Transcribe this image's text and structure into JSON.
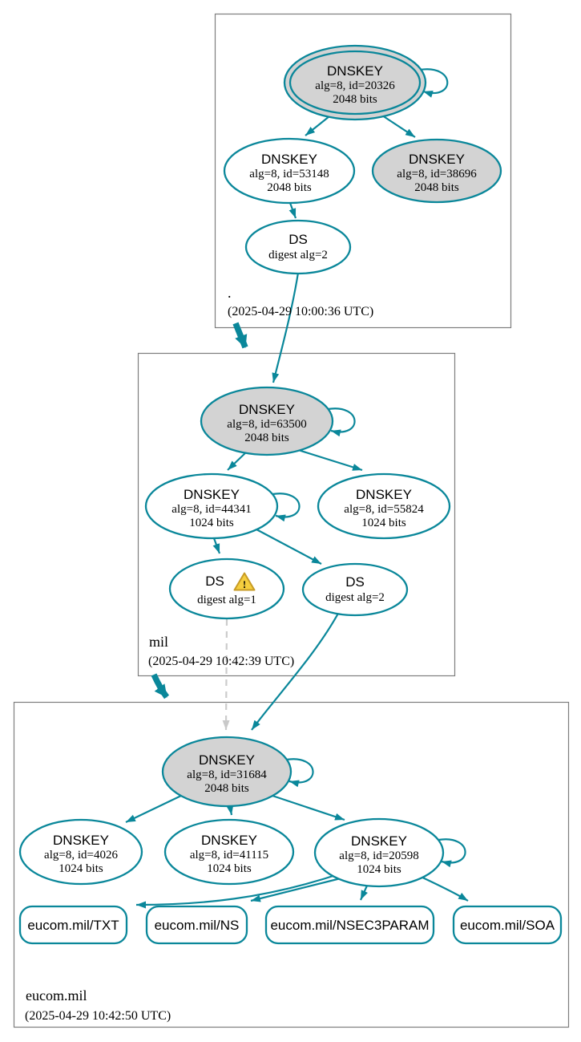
{
  "diagram": {
    "kind": "DNSSEC authentication chain graph",
    "colors": {
      "secure_edge": "#0a879a",
      "sep_key_fill": "#d3d3d3",
      "node_fill": "#ffffff",
      "zone_border": "#7d7d7d",
      "dashed_edge": "#cccccc",
      "warning_fill": "#f5ce3e",
      "warning_border": "#c79b25"
    }
  },
  "zones": [
    {
      "name": ".",
      "timestamp": "(2025-04-29 10:00:36 UTC)",
      "nodes": {
        "ksk20326": {
          "title": "DNSKEY",
          "alg": "alg=8, id=20326",
          "bits": "2048 bits"
        },
        "key53148": {
          "title": "DNSKEY",
          "alg": "alg=8, id=53148",
          "bits": "2048 bits"
        },
        "key38696": {
          "title": "DNSKEY",
          "alg": "alg=8, id=38696",
          "bits": "2048 bits"
        },
        "ds": {
          "title": "DS",
          "digest": "digest alg=2"
        }
      }
    },
    {
      "name": "mil",
      "timestamp": "(2025-04-29 10:42:39 UTC)",
      "nodes": {
        "ksk63500": {
          "title": "DNSKEY",
          "alg": "alg=8, id=63500",
          "bits": "2048 bits"
        },
        "key44341": {
          "title": "DNSKEY",
          "alg": "alg=8, id=44341",
          "bits": "1024 bits"
        },
        "key55824": {
          "title": "DNSKEY",
          "alg": "alg=8, id=55824",
          "bits": "1024 bits"
        },
        "ds1": {
          "title": "DS",
          "digest": "digest alg=1",
          "warning_glyph": "!"
        },
        "ds2": {
          "title": "DS",
          "digest": "digest alg=2"
        }
      }
    },
    {
      "name": "eucom.mil",
      "timestamp": "(2025-04-29 10:42:50 UTC)",
      "nodes": {
        "ksk31684": {
          "title": "DNSKEY",
          "alg": "alg=8, id=31684",
          "bits": "2048 bits"
        },
        "key4026": {
          "title": "DNSKEY",
          "alg": "alg=8, id=4026",
          "bits": "1024 bits"
        },
        "key41115": {
          "title": "DNSKEY",
          "alg": "alg=8, id=41115",
          "bits": "1024 bits"
        },
        "key20598": {
          "title": "DNSKEY",
          "alg": "alg=8, id=20598",
          "bits": "1024 bits"
        }
      },
      "rrsets": {
        "txt": "eucom.mil/TXT",
        "ns": "eucom.mil/NS",
        "nsec3param": "eucom.mil/NSEC3PARAM",
        "soa": "eucom.mil/SOA"
      }
    }
  ]
}
